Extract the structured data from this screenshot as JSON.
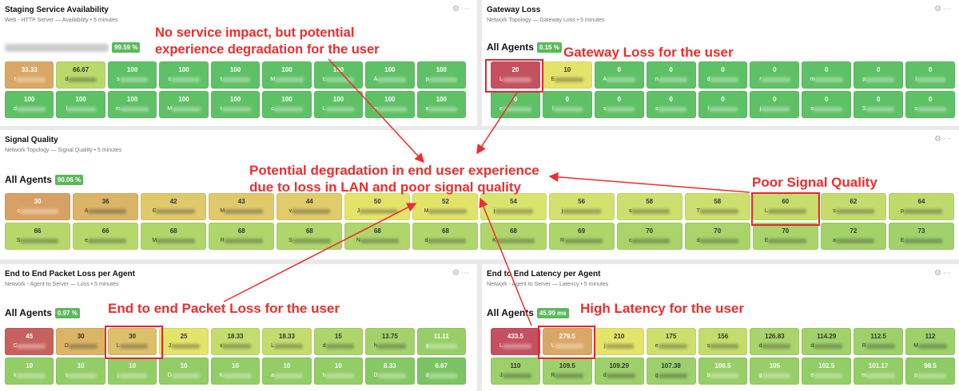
{
  "panels": {
    "availability": {
      "title": "Staging Service Availability",
      "subtitle": "Web - HTTP Server — Availability • 5 minutes",
      "badge": "99.59 %",
      "tiles": [
        [
          "33.33",
          "r",
          "#d9a866"
        ],
        [
          "66.67",
          "d",
          "#b9da6b"
        ],
        [
          "100",
          "s",
          "#5fc166"
        ],
        [
          "100",
          "c",
          "#5fc166"
        ],
        [
          "100",
          "t",
          "#5fc166"
        ],
        [
          "100",
          "M",
          "#5fc166"
        ],
        [
          "100",
          "c",
          "#5fc166"
        ],
        [
          "100",
          "A",
          "#5fc166"
        ],
        [
          "100",
          "p",
          "#5fc166"
        ],
        [
          "100",
          "d",
          "#5fc166"
        ],
        [
          "100",
          "l",
          "#5fc166"
        ],
        [
          "100",
          "m",
          "#5fc166"
        ],
        [
          "100",
          "M",
          "#5fc166"
        ],
        [
          "100",
          "r",
          "#5fc166"
        ],
        [
          "100",
          "c",
          "#5fc166"
        ],
        [
          "100",
          "L",
          "#5fc166"
        ],
        [
          "100",
          "m",
          "#5fc166"
        ],
        [
          "100",
          "e",
          "#5fc166"
        ]
      ]
    },
    "gateway": {
      "title": "Gateway Loss",
      "subtitle": "Network Topology — Gateway Loss • 5 minutes",
      "agents_label": "All Agents",
      "badge": "0.15 %",
      "tiles": [
        [
          "20",
          "L",
          "#c5505f"
        ],
        [
          "10",
          "E",
          "#e4e46a"
        ],
        [
          "0",
          "A",
          "#5fc166"
        ],
        [
          "0",
          "n",
          "#5fc166"
        ],
        [
          "0",
          "d",
          "#5fc166"
        ],
        [
          "0",
          "r",
          "#5fc166"
        ],
        [
          "0",
          "m",
          "#5fc166"
        ],
        [
          "0",
          "p",
          "#5fc166"
        ],
        [
          "0",
          "l",
          "#5fc166"
        ],
        [
          "0",
          "e",
          "#5fc166"
        ],
        [
          "0",
          "l",
          "#5fc166"
        ],
        [
          "0",
          "s",
          "#5fc166"
        ],
        [
          "0",
          "s",
          "#5fc166"
        ],
        [
          "0",
          "f",
          "#5fc166"
        ],
        [
          "0",
          "j",
          "#5fc166"
        ],
        [
          "0",
          "e",
          "#5fc166"
        ],
        [
          "0",
          "S",
          "#5fc166"
        ],
        [
          "0",
          "s",
          "#5fc166"
        ]
      ]
    },
    "signal": {
      "title": "Signal Quality",
      "subtitle": "Network Topology — Signal Quality • 5 minutes",
      "agents_label": "All Agents",
      "badge": "90.06 %",
      "tiles": [
        [
          "30",
          "c",
          "#d9a066"
        ],
        [
          "36",
          "A",
          "#dbb466"
        ],
        [
          "42",
          "E",
          "#dfc96a"
        ],
        [
          "43",
          "M",
          "#dfc96a"
        ],
        [
          "44",
          "v",
          "#e0cc6a"
        ],
        [
          "50",
          "J",
          "#e4e46a"
        ],
        [
          "52",
          "M",
          "#e2e46a"
        ],
        [
          "54",
          "j",
          "#d9e46e"
        ],
        [
          "56",
          "j",
          "#d3e26e"
        ],
        [
          "58",
          "s",
          "#cde06e"
        ],
        [
          "58",
          "T",
          "#cde06e"
        ],
        [
          "60",
          "L",
          "#c8de6c"
        ],
        [
          "62",
          "s",
          "#c3dc6c"
        ],
        [
          "64",
          "p",
          "#bdda6b"
        ],
        [
          "66",
          "S",
          "#b6d86a"
        ],
        [
          "66",
          "e",
          "#b6d86a"
        ],
        [
          "68",
          "M",
          "#afd66a"
        ],
        [
          "68",
          "R",
          "#afd66a"
        ],
        [
          "68",
          "S",
          "#afd66a"
        ],
        [
          "68",
          "N",
          "#afd66a"
        ],
        [
          "68",
          "d",
          "#afd66a"
        ],
        [
          "68",
          "K",
          "#afd66a"
        ],
        [
          "69",
          "R",
          "#acd56a"
        ],
        [
          "70",
          "c",
          "#a8d46a"
        ],
        [
          "70",
          "d",
          "#a8d46a"
        ],
        [
          "70",
          "E",
          "#a8d46a"
        ],
        [
          "72",
          "a",
          "#a4d26a"
        ],
        [
          "73",
          "E",
          "#a0d16a"
        ]
      ]
    },
    "packet_loss": {
      "title": "End to End Packet Loss per Agent",
      "subtitle": "Network - Agent to Server — Loss • 5 minutes",
      "agents_label": "All Agents",
      "badge": "0.97 %",
      "tiles": [
        [
          "45",
          "C",
          "#c7605e"
        ],
        [
          "30",
          "D",
          "#dbb466"
        ],
        [
          "30",
          "L",
          "#dcc06a"
        ],
        [
          "25",
          "J",
          "#e4e46a"
        ],
        [
          "18.33",
          "x",
          "#c3dc6c"
        ],
        [
          "18.33",
          "L",
          "#c3dc6c"
        ],
        [
          "15",
          "d",
          "#acd56a"
        ],
        [
          "13.75",
          "h",
          "#a4d26a"
        ],
        [
          "11.11",
          "g",
          "#98ce68"
        ],
        [
          "10",
          "k",
          "#93cd66"
        ],
        [
          "10",
          "s",
          "#93cd66"
        ],
        [
          "10",
          "j",
          "#93cd66"
        ],
        [
          "10",
          "D",
          "#93cd66"
        ],
        [
          "10",
          "K",
          "#93cd66"
        ],
        [
          "10",
          "a",
          "#93cd66"
        ],
        [
          "10",
          "h",
          "#93cd66"
        ],
        [
          "8.33",
          "D",
          "#86c865"
        ],
        [
          "6.67",
          "d",
          "#7cc463"
        ]
      ]
    },
    "latency": {
      "title": "End to End Latency per Agent",
      "subtitle": "Network - Agent to Server — Latency • 5 minutes",
      "agents_label": "All Agents",
      "badge": "45.99 ms",
      "tiles": [
        [
          "433.5",
          "L",
          "#c5505f"
        ],
        [
          "279.5",
          "L",
          "#d9a866"
        ],
        [
          "210",
          "j",
          "#e4e46a"
        ],
        [
          "175",
          "e",
          "#cde06e"
        ],
        [
          "156",
          "s",
          "#c3dc6c"
        ],
        [
          "126.83",
          "d",
          "#a8d46a"
        ],
        [
          "114.29",
          "d",
          "#a0d16a"
        ],
        [
          "112.5",
          "R",
          "#9dd06a"
        ],
        [
          "112",
          "M",
          "#9dd06a"
        ],
        [
          "110",
          "J",
          "#9dd06a"
        ],
        [
          "109.5",
          "R",
          "#9dd06a"
        ],
        [
          "109.29",
          "d",
          "#9dd06a"
        ],
        [
          "107.38",
          "g",
          "#9dd06a"
        ],
        [
          "106.5",
          "b",
          "#98ce68"
        ],
        [
          "105",
          "g",
          "#98ce68"
        ],
        [
          "102.5",
          "e",
          "#93cd66"
        ],
        [
          "101.17",
          "m",
          "#93cd66"
        ],
        [
          "98.5",
          "p",
          "#8fcb66"
        ]
      ]
    }
  },
  "annotations": {
    "no_impact": [
      "No service impact, but potential",
      "experience degradation for the user"
    ],
    "gateway": "Gateway Loss for the user",
    "center": [
      "Potential degradation in end user experience",
      "due to loss in LAN and poor signal quality"
    ],
    "poor_signal": "Poor Signal Quality",
    "packet_loss": "End to end Packet Loss for the user",
    "latency": "High Latency for the user"
  },
  "icons": {
    "settings": "gear-icon",
    "more": "ellipsis-icon"
  }
}
